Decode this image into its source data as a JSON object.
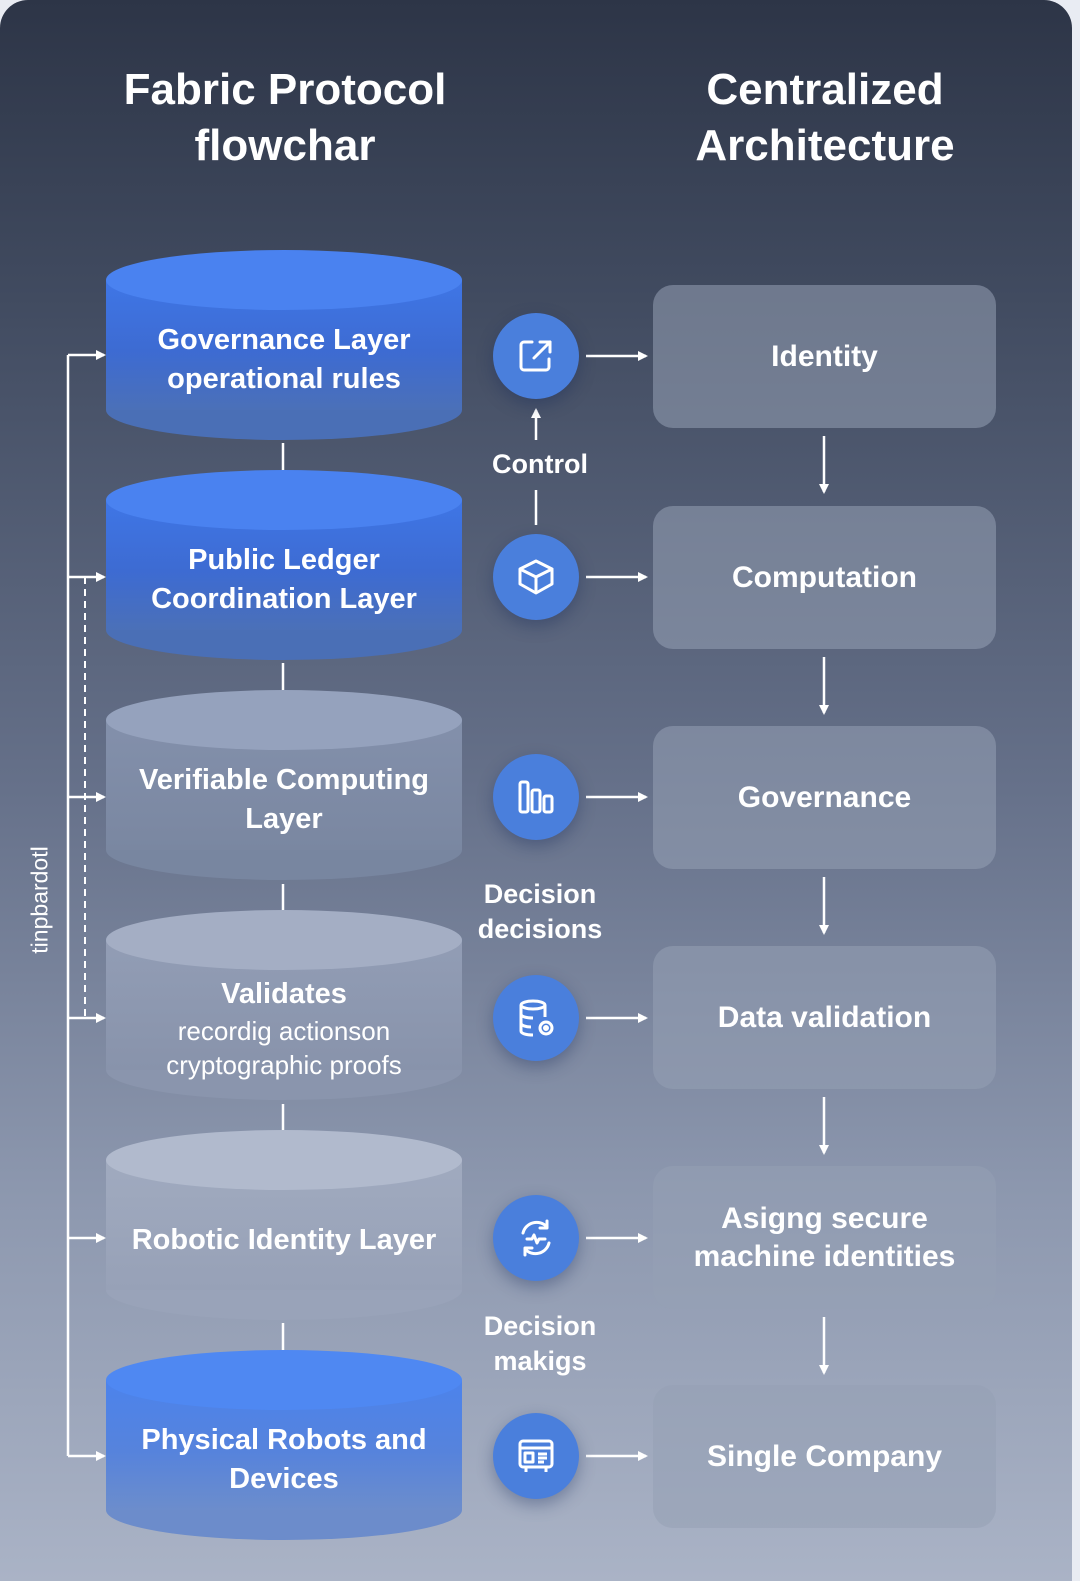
{
  "header": {
    "left_title": "Fabric Protocol flowchar",
    "right_title": "Centralized Architecture"
  },
  "side_label": "tinpbardotl",
  "layers": [
    {
      "title": "Governance Layer operational rules",
      "subtitle": ""
    },
    {
      "title": "Public Ledger Coordination Layer",
      "subtitle": ""
    },
    {
      "title": "Verifiable Computing Layer",
      "subtitle": ""
    },
    {
      "title": "Validates",
      "subtitle": "recordig actionson cryptographic proofs"
    },
    {
      "title": "Robotic Identity Layer",
      "subtitle": ""
    },
    {
      "title": "Physical Robots and Devices",
      "subtitle": ""
    }
  ],
  "middle_labels": {
    "control": "Control",
    "decision_1": "Decision decisions",
    "decision_2": "Decision makigs"
  },
  "centralized": [
    "Identity",
    "Computation",
    "Governance",
    "Data validation",
    "Asigng secure machine identities",
    "Single Company"
  ],
  "icons": [
    "external-link-icon",
    "box-icon",
    "bar-chart-icon",
    "database-icon",
    "cycle-icon",
    "device-icon"
  ],
  "colors": {
    "accent_blue": "#4a82f0",
    "icon_circle": "#4a7fdc",
    "box_fill": "#9aa3b8"
  }
}
